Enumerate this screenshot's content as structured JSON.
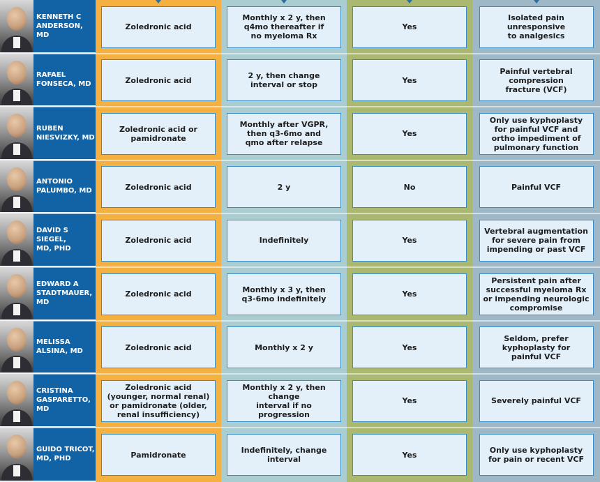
{
  "rows": [
    {
      "name": "KENNETH C\nANDERSON, MD",
      "agent": "Zoledronic acid",
      "duration": "Monthly x 2 y, then\nq4mo thereafter if\nno myeloma Rx",
      "answer": "Yes",
      "indication": "Isolated pain unresponsive\nto analgesics"
    },
    {
      "name": "RAFAEL\nFONSECA, MD",
      "agent": "Zoledronic acid",
      "duration": "2 y, then change\ninterval or stop",
      "answer": "Yes",
      "indication": "Painful vertebral\ncompression\nfracture (VCF)"
    },
    {
      "name": "RUBEN\nNIESVIZKY, MD",
      "agent": "Zoledronic acid or\npamidronate",
      "duration": "Monthly after VGPR,\nthen q3-6mo and\nqmo after relapse",
      "answer": "Yes",
      "indication": "Only use kyphoplasty\nfor painful VCF and\northo impediment of\npulmonary function"
    },
    {
      "name": "ANTONIO\nPALUMBO, MD",
      "agent": "Zoledronic acid",
      "duration": "2 y",
      "answer": "No",
      "indication": "Painful VCF"
    },
    {
      "name": "DAVID S\nSIEGEL,\nMD, PHD",
      "agent": "Zoledronic acid",
      "duration": "Indefinitely",
      "answer": "Yes",
      "indication": "Vertebral augmentation\nfor severe pain from\nimpending or past VCF"
    },
    {
      "name": "EDWARD A\nSTADTMAUER,\nMD",
      "agent": "Zoledronic acid",
      "duration": "Monthly x 3 y, then\nq3-6mo indefinitely",
      "answer": "Yes",
      "indication": "Persistent pain after\nsuccessful myeloma Rx\nor impending neurologic\ncompromise"
    },
    {
      "name": "MELISSA\nALSINA, MD",
      "agent": "Zoledronic acid",
      "duration": "Monthly x 2 y",
      "answer": "Yes",
      "indication": "Seldom, prefer\nkyphoplasty for\npainful VCF"
    },
    {
      "name": "CRISTINA\nGASPARETTO,\nMD",
      "agent": "Zoledronic acid\n(younger, normal renal)\nor pamidronate (older,\nrenal insufficiency)",
      "duration": "Monthly x 2 y, then change\ninterval if no progression",
      "answer": "Yes",
      "indication": "Severely painful VCF"
    },
    {
      "name": "GUIDO TRICOT,\nMD, PHD",
      "agent": "Pamidronate",
      "duration": "Indefinitely, change\ninterval",
      "answer": "Yes",
      "indication": "Only use kyphoplasty\nfor pain or recent VCF"
    }
  ]
}
